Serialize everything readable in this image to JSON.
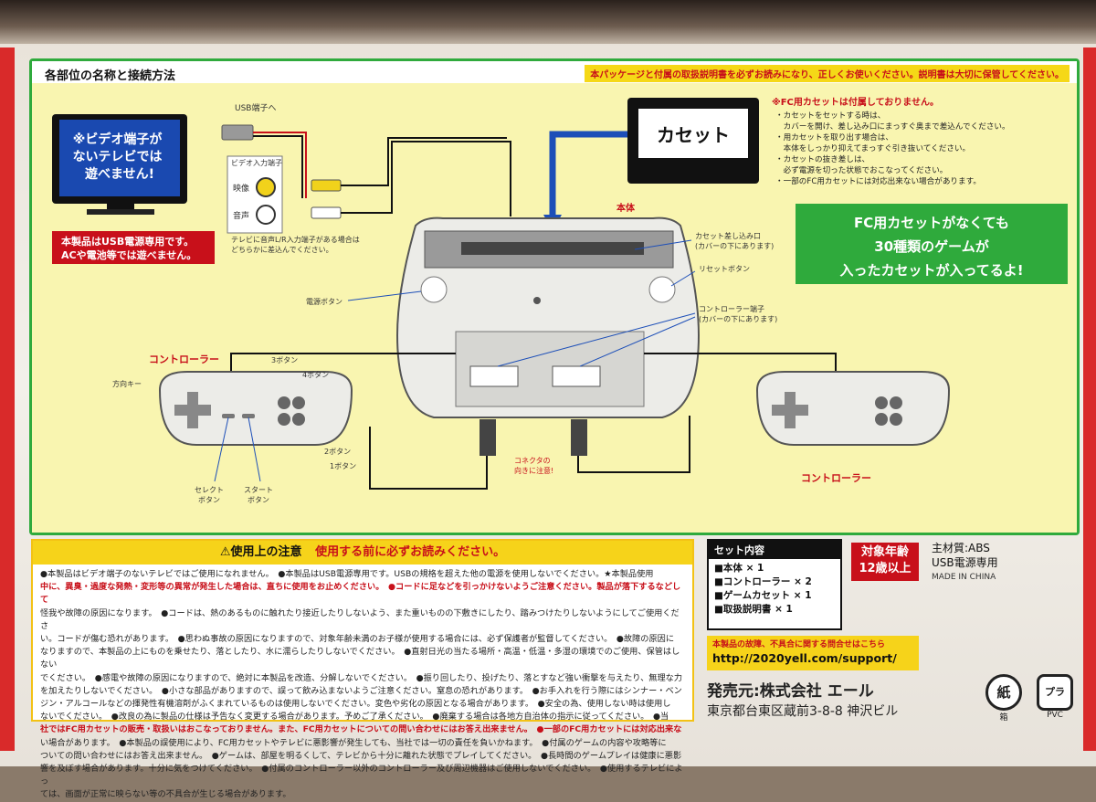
{
  "header": {
    "section_title": "各部位の名称と接続方法",
    "top_warning": "本パッケージと付属の取扱説明書を必ずお読みになり、正しくお使いください。説明書は大切に保管してください。"
  },
  "tv": {
    "screen_text": "※ビデオ端子が ないテレビでは 遊べません!",
    "usb_label": "USB端子へ",
    "video_input_label": "ビデオ入力端子",
    "video_label": "映像",
    "audio_label": "音声",
    "audio_note": "テレビに音声L/R入力端子がある場合は どちらかに差込んでください。"
  },
  "usb_power_notice": "本製品はUSB電源専用です。 ACや電池等では遊べません。",
  "cartridge": {
    "label": "カセット",
    "note_title": "※FC用カセットは付属しておりません。",
    "notes": [
      "・カセットをセットする時は、",
      "　カバーを開け、差し込み口にまっすぐ奥まで差込んでください。",
      "・用カセットを取り出す場合は、",
      "　本体をしっかり抑えてまっすぐ引き抜いてください。",
      "・カセットの抜き差しは、",
      "　必ず電源を切った状態でおこなってください。",
      "・一部のFC用カセットには対応出来ない場合があります。"
    ]
  },
  "promo": "FC用カセットがなくても 30種類のゲームが 入ったカセットが入ってるよ!",
  "console": {
    "label": "本体",
    "slot_label": "カセット差し込み口 (カバーの下にあります)",
    "reset_label": "リセットボタン",
    "power_label": "電源ボタン",
    "ports_label": "コントローラー端子 (カバーの下にあります)",
    "connector_note": "コネクタの 向きに注意!"
  },
  "controller": {
    "title_left": "コントローラー",
    "title_right": "コントローラー",
    "dpad": "方向キー",
    "b3": "3ボタン",
    "b4": "4ボタン",
    "b2": "2ボタン",
    "b1": "1ボタン",
    "select": "セレクト ボタン",
    "start": "スタート ボタン"
  },
  "notice": {
    "title": "⚠使用上の注意",
    "title_red": "使用する前に必ずお読みください。",
    "lines": [
      "●本製品はビデオ端子のないテレビではご使用になれません。　●本製品はUSB電源専用です。USBの規格を超えた他の電源を使用しないでください。★本製品使用",
      "中に、異臭・過度な発熱・変形等の異常が発生した場合は、直ちに使用をお止めください。　●コードに足などを引っかけないようご注意ください。製品が落下するなどして",
      "怪我や故障の原因になります。　●コードは、熱のあるものに触れたり接近したりしないよう、また重いものの下敷きにしたり、踏みつけたりしないようにしてご使用くださ",
      "い。コードが傷む恐れがあります。　●思わぬ事故の原因になりますので、対象年齢未満のお子様が使用する場合には、必ず保護者が監督してください。　●故障の原因に",
      "なりますので、本製品の上にものを乗せたり、落としたり、水に濡らしたりしないでください。　●直射日光の当たる場所・高温・低温・多湿の環境でのご使用、保管はしない",
      "でください。　●感電や故障の原因になりますので、絶対に本製品を改造、分解しないでください。　●振り回したり、投げたり、落とすなど強い衝撃を与えたり、無理な力",
      "を加えたりしないでください。　●小さな部品がありますので、誤って飲み込まないようご注意ください。窒息の恐れがあります。　●お手入れを行う際にはシンナー・ベン",
      "ジン・アルコールなどの揮発性有機溶剤がふくまれているものは使用しないでください。変色や劣化の原因となる場合があります。　●安全の為、使用しない時は使用し",
      "ないでください。　●改良の為に製品の仕様は予告なく変更する場合があります。予めご了承ください。　●廃棄する場合は各地方自治体の指示に従ってください。　●当",
      "社ではFC用カセットの販売・取扱いはおこなっておりません。また、FC用カセットについての問い合わせにはお答え出来ません。　●一部のFC用カセットには対応出来な",
      "い場合があります。　●本製品の誤使用により、FC用カセットやテレビに悪影響が発生しても、当社では一切の責任を負いかねます。　●付属のゲームの内容や攻略等に",
      "ついての問い合わせにはお答え出来ません。　●ゲームは、部屋を明るくして、テレビから十分に離れた状態でプレイしてください。　●長時間のゲームプレイは健康に悪影",
      "響を及ぼす場合があります。十分に気をつけてください。　●付属のコントローラー以外のコントローラー及び周辺機器はご使用しないでください。　●使用するテレビによっ",
      "ては、画面が正常に映らない等の不具合が生じる場合があります。"
    ]
  },
  "set_contents": {
    "title": "セット内容",
    "items": [
      "■本体 × 1",
      "■コントローラー × 2",
      "■ゲームカセット × 1",
      "■取扱説明書 × 1"
    ]
  },
  "age": {
    "line1": "対象年齢",
    "line2": "12歳以上"
  },
  "material": {
    "line1": "主材質:ABS",
    "line2": "USB電源専用",
    "line3": "MADE IN CHINA"
  },
  "support": {
    "title": "本製品の故障、不具合に関する問合せはこちら",
    "url": "http://2020yell.com/support/"
  },
  "maker": {
    "name": "発売元:株式会社 エール",
    "address": "東京都台東区蔵前3-8-8 神沢ビル"
  },
  "recycle": {
    "paper_icon": "紙",
    "paper_label": "箱",
    "plastic_icon": "プラ",
    "plastic_label": "PVC"
  },
  "colors": {
    "green_border": "#2faa3c",
    "panel_yellow": "#f9f5b0",
    "accent_red": "#c8101a",
    "sticker_yellow": "#f6d31a",
    "blue_arrow": "#1d4fb8"
  }
}
